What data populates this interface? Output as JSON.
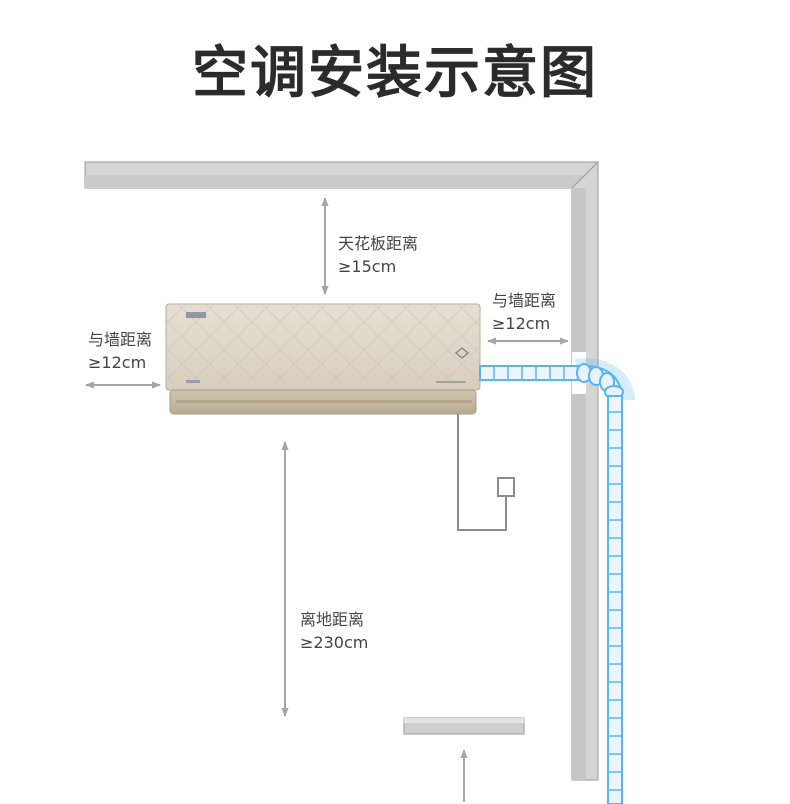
{
  "title": "空调安装示意图",
  "ceiling_clearance": {
    "name": "天花板距离",
    "value": "≥15cm"
  },
  "left_wall_clearance": {
    "name": "与墙距离",
    "value": "≥12cm"
  },
  "right_wall_clearance": {
    "name": "与墙距离",
    "value": "≥12cm"
  },
  "floor_clearance": {
    "name": "离地距离",
    "value": "≥230cm"
  },
  "colors": {
    "wall_fill": "#d5d5d5",
    "wall_stroke": "#9a9a9a",
    "unit_body": "#ddd5c8",
    "unit_panel": "#c9bca6",
    "arrow": "#a5a5a5",
    "pipe": "#5ab4f0",
    "cable": "#8c8c8c"
  }
}
